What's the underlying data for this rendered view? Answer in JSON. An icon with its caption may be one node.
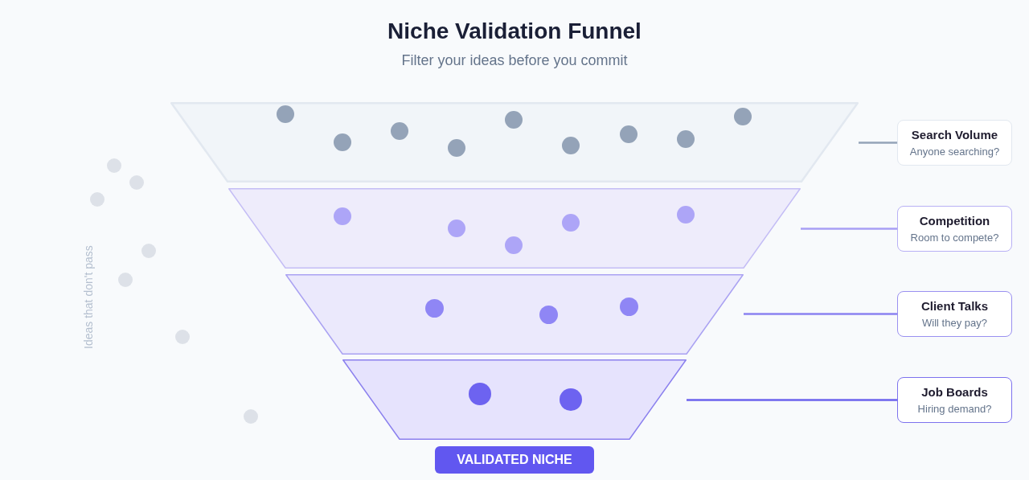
{
  "diagram": {
    "title": "Niche Validation Funnel",
    "nodes": [
      {
        "text": [],
        "shape": "trapezoid"
      },
      {
        "text": [
          "Search Volume",
          "Anyone searching?"
        ]
      },
      {
        "text": [],
        "shape": "trapezoid"
      },
      {
        "text": [
          "Competition",
          "Room to compete?"
        ]
      },
      {
        "text": [],
        "shape": "trapezoid"
      },
      {
        "text": [
          "Client Talks",
          "Will they pay?"
        ]
      },
      {
        "text": [],
        "shape": "trapezoid"
      },
      {
        "text": [
          "Job Boards",
          "Hiring demand?"
        ]
      },
      {
        "text": [
          "VALIDATED NICHE"
        ]
      }
    ],
    "edges": [
      {
        "from": 1,
        "to": 0,
        "arrow": "none",
        "color": "#94a3b8"
      },
      {
        "from": 3,
        "to": 2,
        "arrow": "none",
        "color": "#a89ff5"
      },
      {
        "from": 5,
        "to": 4,
        "arrow": "none",
        "color": "#8b82f1"
      },
      {
        "from": 7,
        "to": 6,
        "arrow": "none",
        "color": "#6c62ee"
      }
    ],
    "labels": [
      "Filter your ideas before you commit",
      "Ideas that don't pass"
    ]
  }
}
